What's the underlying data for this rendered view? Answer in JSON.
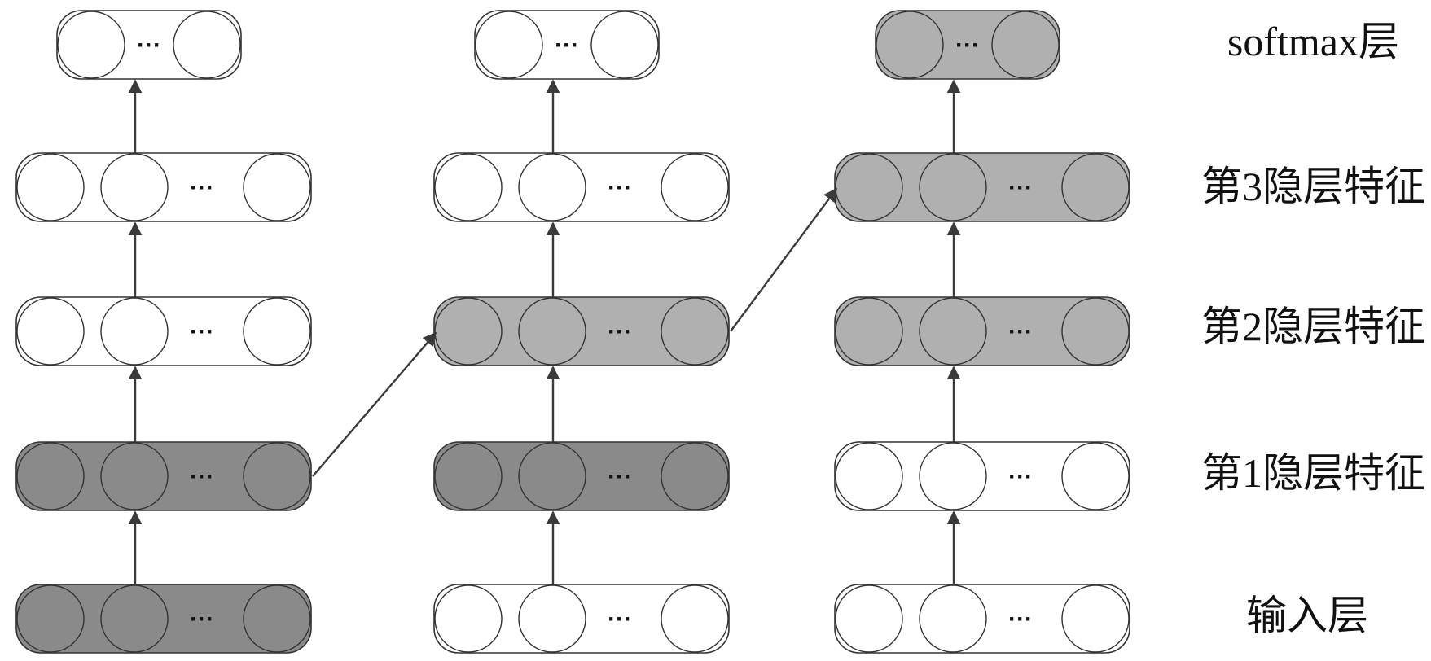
{
  "layer_labels": {
    "softmax": "softmax层",
    "hidden3": "第3隐层特征",
    "hidden2": "第2隐层特征",
    "hidden1": "第1隐层特征",
    "input": "输入层"
  },
  "ellipsis": "···",
  "colors": {
    "white": "#ffffff",
    "light_gray": "#b0b0b0",
    "dark_gray": "#8a8a8a",
    "stroke": "#333333",
    "arrow": "#3a3a3a"
  },
  "columns": [
    {
      "name": "column-1",
      "layers": {
        "softmax": "white",
        "hidden3": "white",
        "hidden2": "white",
        "hidden1": "dark_gray",
        "input": "dark_gray"
      }
    },
    {
      "name": "column-2",
      "layers": {
        "softmax": "white",
        "hidden3": "white",
        "hidden2": "light_gray",
        "hidden1": "dark_gray",
        "input": "white"
      }
    },
    {
      "name": "column-3",
      "layers": {
        "softmax": "light_gray",
        "hidden3": "light_gray",
        "hidden2": "light_gray",
        "hidden1": "white",
        "input": "white"
      }
    }
  ],
  "cross_links": [
    {
      "from": {
        "column": 1,
        "layer": "hidden1"
      },
      "to": {
        "column": 2,
        "layer": "hidden2"
      }
    },
    {
      "from": {
        "column": 2,
        "layer": "hidden2"
      },
      "to": {
        "column": 3,
        "layer": "hidden3"
      }
    }
  ]
}
